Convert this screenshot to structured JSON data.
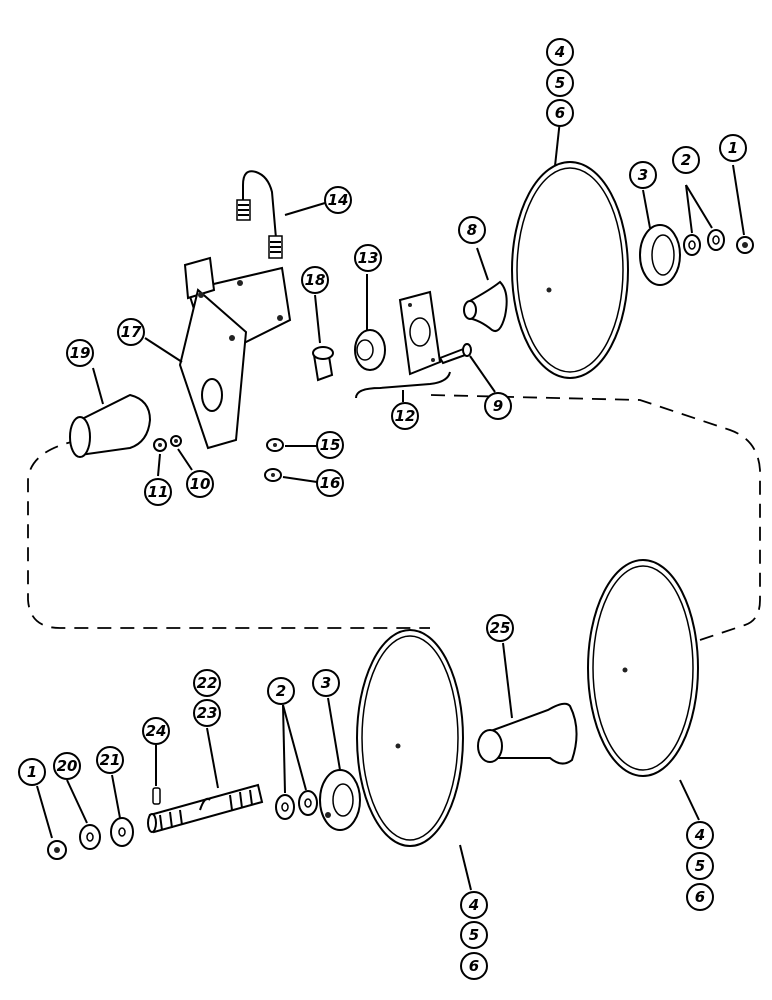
{
  "callouts": {
    "c1a": "1",
    "c2a": "2",
    "c3a": "3",
    "c4a": "4",
    "c5a": "5",
    "c6a": "6",
    "c8": "8",
    "c9": "9",
    "c10": "10",
    "c11": "11",
    "c12": "12",
    "c13": "13",
    "c14": "14",
    "c15": "15",
    "c16": "16",
    "c17": "17",
    "c18": "18",
    "c19": "19",
    "c1b": "1",
    "c20": "20",
    "c21": "21",
    "c22": "22",
    "c23": "23",
    "c24": "24",
    "c2b": "2",
    "c3b": "3",
    "c25": "25",
    "c4b": "4",
    "c5b": "5",
    "c6b": "6",
    "c4c": "4",
    "c5c": "5",
    "c6c": "6"
  }
}
